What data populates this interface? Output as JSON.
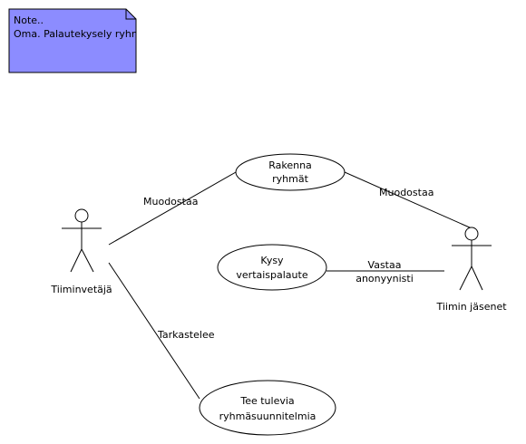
{
  "note": {
    "lines": [
      "Note..",
      "Oma. Palautekysely ryhmälle"
    ],
    "fill": "#8c8cff"
  },
  "actors": {
    "leader": {
      "name": "Tiiminvetäjä"
    },
    "member": {
      "name": "Tiimin jäsenet"
    }
  },
  "use_cases": {
    "build": {
      "lines": [
        "Rakenna",
        "ryhmät"
      ]
    },
    "ask": {
      "lines": [
        "Kysy",
        "vertaispalaute"
      ]
    },
    "plan": {
      "lines": [
        "Tee tulevia",
        "ryhmäsuunnitelmia"
      ]
    }
  },
  "associations": {
    "leader_build": "Muodostaa",
    "member_build": "Muodostaa",
    "member_ask": [
      "Vastaa",
      "anonyynisti"
    ],
    "leader_plan": "Tarkastelee"
  }
}
